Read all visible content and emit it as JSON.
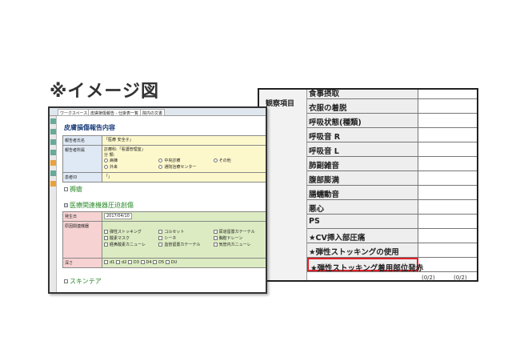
{
  "heading": "※イメージ図",
  "right": {
    "label": "観察項目",
    "items": [
      "食事摂取",
      "衣服の着脱",
      "呼吸状態(種類)",
      "呼吸音 R",
      "呼吸音 L",
      "肺副雑音",
      "腹部膨満",
      "腸蠕動音",
      "悪心",
      "PS",
      "★CV挿入部圧痛",
      "★弾性ストッキングの使用",
      "★弾性ストッキング着用部位発赤"
    ],
    "highlighted_item": "★弾性ストッキング着用部位発赤",
    "footer": [
      "(0/2)",
      "(0/2)"
    ]
  },
  "left": {
    "tabs": [
      "ワークスペース",
      "皮膚損傷報告 - 仕掛表一覧",
      "院内の文書"
    ],
    "title": "皮膚損傷報告内容",
    "reporter_label": "報告者氏名",
    "reporter_value": "「医療 安全子」",
    "dept_label": "報告者所属",
    "dept_value": "診療科:「看護管理室」",
    "category_label": "分 類:",
    "dept_options": [
      "病棟",
      "中央診療",
      "その他",
      "外来",
      "通院治療センター"
    ],
    "patient_label": "患者ID",
    "patient_value": "「」",
    "sections": [
      "褥瘡",
      "医療関連機器圧迫創傷",
      "スキンテア"
    ],
    "date_label": "発生日",
    "date_value": "2017/04/10",
    "device_label": "原因関連機器",
    "devices": [
      "弾性ストッキング",
      "コルセット",
      "尿道留置カテーテル",
      "酸素マスク",
      "シーネ",
      "胸腔ドレーン",
      "経鼻酸素カニューレ",
      "血管留置カテーテル",
      "気管内カニューレ"
    ],
    "depth_label": "深さ",
    "depths": [
      "d1",
      "d2",
      "D3",
      "D4",
      "D5",
      "DU"
    ]
  },
  "colors": {
    "highlight": "#e0202a",
    "section_green": "#2a8a2a",
    "title_blue": "#1a3c7a"
  }
}
